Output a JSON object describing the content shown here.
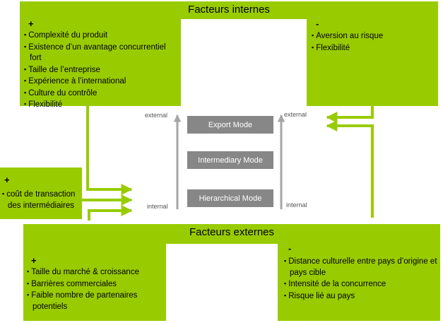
{
  "internal_factors": {
    "title": "Facteurs internes",
    "plus_sign": "+",
    "plus_items": [
      "Complexité du produit",
      "Existence d’un avantage concurrentiel fort",
      "Taille de l’entreprise",
      "Expérience à l’international",
      "Culture du contrôle",
      "Flexibilité"
    ],
    "minus_sign": "-",
    "minus_items": [
      "Aversion au risque",
      "Flexibilité"
    ]
  },
  "transaction_cost": {
    "plus_sign": "+",
    "items": [
      "coût de transaction des intermédiaires"
    ]
  },
  "external_factors": {
    "title": "Facteurs externes",
    "plus_sign": "+",
    "plus_items": [
      "Taille du marché & croissance",
      "Barrières commerciales",
      "Faible nombre de partenaires potentiels"
    ],
    "minus_sign": "-",
    "minus_items": [
      "Distance culturelle entre pays d’origine et pays cible",
      "Intensité de la concurrence",
      "Risque lié au pays"
    ]
  },
  "modes": [
    "Export Mode",
    "Intermediary Mode",
    "Hierarchical Mode"
  ],
  "axis_labels": {
    "left_top": "external",
    "left_bottom": "internal",
    "right_top": "external",
    "right_bottom": "internal"
  },
  "colors": {
    "green": "#99cc00",
    "mode_gray": "#878787",
    "axis_gray": "#a6a6a6"
  }
}
